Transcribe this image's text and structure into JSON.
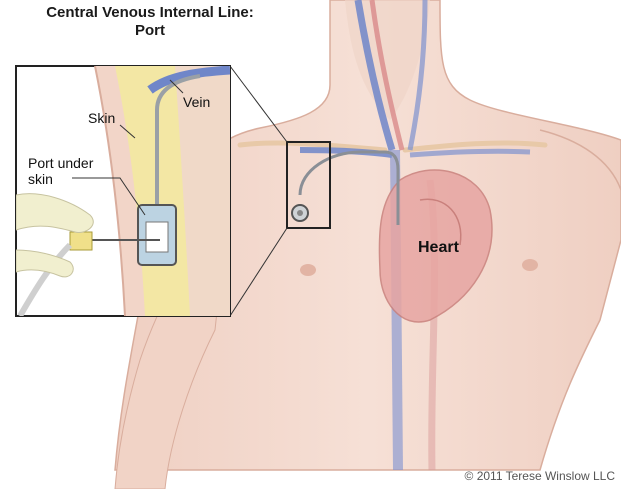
{
  "title_line1": "Central Venous Internal Line:",
  "title_line2": "Port",
  "labels": {
    "vein": "Vein",
    "skin": "Skin",
    "port_line1": "Port under",
    "port_line2": "skin",
    "heart": "Heart"
  },
  "copyright": "© 2011 Terese Winslow LLC",
  "colors": {
    "skin": "#f3d9cf",
    "skin_shadow": "#e4b9ab",
    "vein_blue": "#6f86c9",
    "heart_red": "#e7a5a2",
    "fat_yellow": "#f3e7a4",
    "catheter": "#9aa0a6"
  }
}
